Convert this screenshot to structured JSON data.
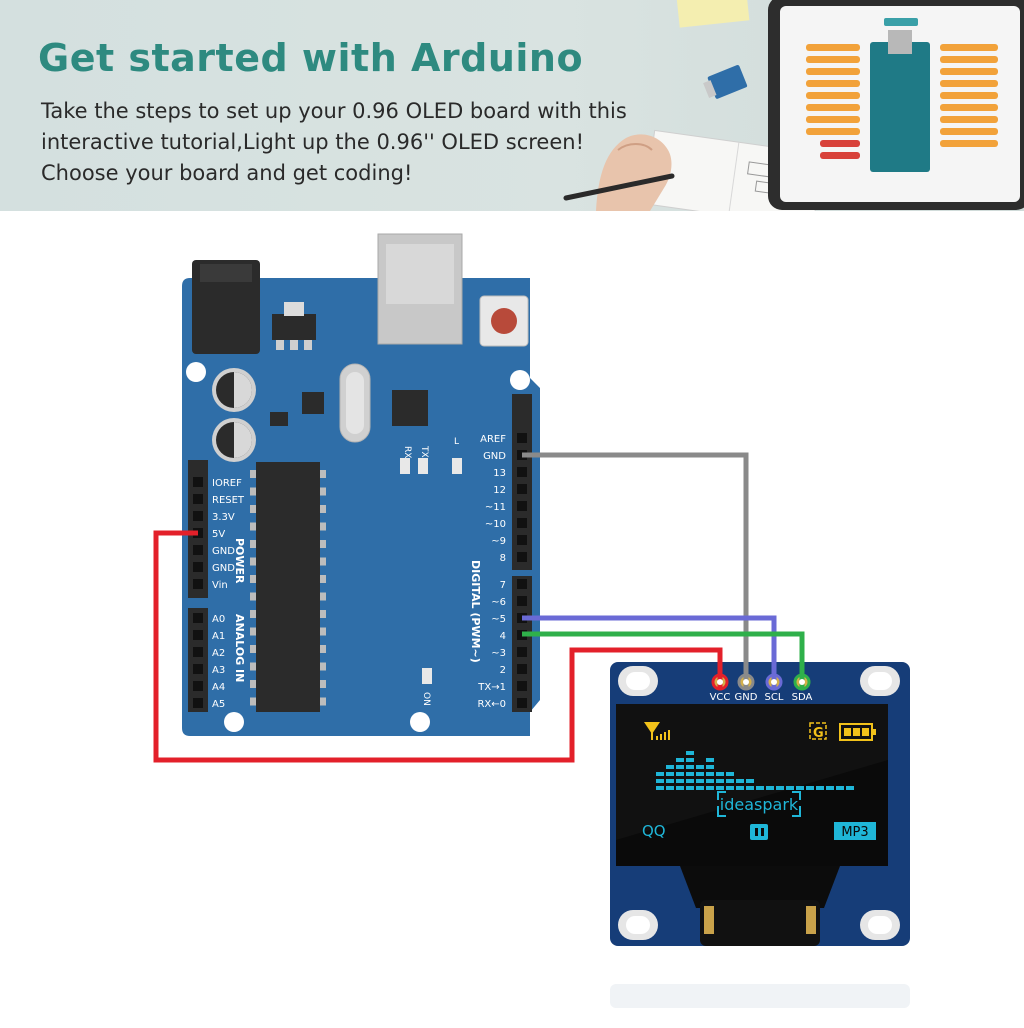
{
  "banner": {
    "title": "Get started with Arduino",
    "subtitle_lines": [
      "Take the steps to set up your 0.96 OLED board with this",
      "interactive tutorial,Light up the 0.96'' OLED screen!",
      "Choose your board and get coding!"
    ]
  },
  "arduino": {
    "power_pins": [
      "IOREF",
      "RESET",
      "3.3V",
      "5V",
      "GND",
      "GND",
      "Vin"
    ],
    "power_label": "POWER",
    "analog_pins": [
      "A0",
      "A1",
      "A2",
      "A3",
      "A4",
      "A5"
    ],
    "analog_label": "ANALOG IN",
    "digital_pins": [
      "AREF",
      "GND",
      "13",
      "12",
      "~11",
      "~10",
      "~9",
      "8",
      "7",
      "~6",
      "~5",
      "4",
      "~3",
      "2",
      "TX→1",
      "RX←0"
    ],
    "digital_label": "DIGITAL (PWM~)",
    "rx_label": "RX",
    "tx_label": "TX",
    "on_label": "ON",
    "l_label": "L"
  },
  "oled": {
    "pins": [
      "VCC",
      "GND",
      "SCL",
      "SDA"
    ],
    "brand": "ideaspark",
    "qq": "QQ",
    "mp3": "MP3",
    "g_icon": "G"
  },
  "wires": [
    {
      "from": "5V",
      "to": "VCC",
      "color": "#e3202a"
    },
    {
      "from": "GND",
      "to": "GND",
      "color": "#8a8a8a"
    },
    {
      "from": "~5",
      "to": "SCL",
      "color": "#6a6ad6"
    },
    {
      "from": "4",
      "to": "SDA",
      "color": "#2fb04a"
    }
  ],
  "colors": {
    "accent": "#2e8a80",
    "board": "#2f6ea8",
    "oled_yellow": "#f2c21a",
    "oled_cyan": "#1fb6d8"
  }
}
